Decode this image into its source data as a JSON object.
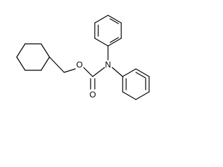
{
  "molecule": {
    "atoms": {
      "oxygen_ester": "O",
      "oxygen_carbonyl": "O",
      "nitrogen": "N"
    }
  }
}
